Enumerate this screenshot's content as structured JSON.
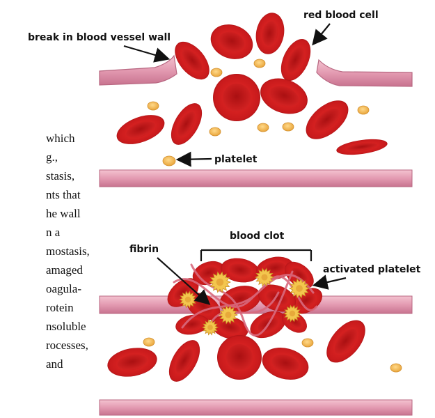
{
  "side_text": [
    "which",
    "g.,",
    "stasis,",
    "nts that",
    "he wall",
    "n a",
    "mostasis,",
    "amaged",
    "oagula-",
    "rotein",
    "nsoluble",
    "rocesses,",
    "and"
  ],
  "labels": {
    "break": "break in blood vessel wall",
    "red_cell": "red blood cell",
    "platelet": "platelet",
    "blood_clot": "blood clot",
    "fibrin": "fibrin",
    "activated_platelet": "activated platelet"
  },
  "colors": {
    "vessel": "#e9a4b8",
    "vessel_edge": "#c5708c",
    "rbc": "#c8161a",
    "rbc_dark": "#8e0e10",
    "platelet": "#f0b24a",
    "activated_platelet": "#f3c64e"
  }
}
